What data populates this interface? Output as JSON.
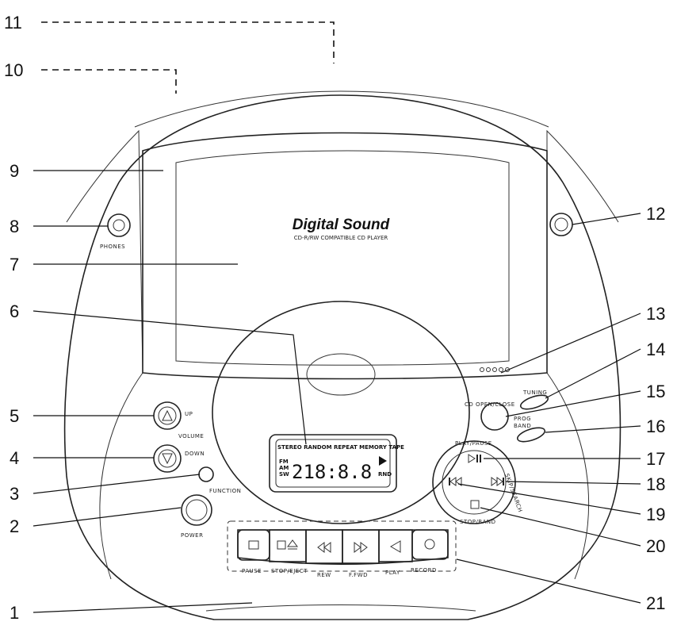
{
  "callouts": [
    "1",
    "2",
    "3",
    "4",
    "5",
    "6",
    "7",
    "8",
    "9",
    "10",
    "11",
    "12",
    "13",
    "14",
    "15",
    "16",
    "17",
    "18",
    "19",
    "20",
    "21"
  ],
  "brand": {
    "title": "Digital Sound",
    "subtitle": "CD-R/RW COMPATIBLE CD PLAYER"
  },
  "display": {
    "indicators": "STEREO RANDOM REPEAT MEMORY TAPE",
    "digits": "218:8.8",
    "side_left_top": "FM",
    "side_left_mid": "AM",
    "side_left_bot": "SW",
    "side_right": "RND"
  },
  "labels": {
    "phones": "PHONES",
    "volume": "VOLUME",
    "up": "UP",
    "down": "DOWN",
    "function": "FUNCTION",
    "power": "POWER",
    "open_close": "CD OPEN/CLOSE",
    "prog": "PROG",
    "tuning": "TUNING",
    "band": "BAND",
    "play_pause": "PLAY/PAUSE",
    "skip_search": "SKIP/SEARCH",
    "stop_band": "STOP/BAND",
    "tape_pause": "PAUSE",
    "tape_stop": "STOP/EJECT",
    "tape_rew": "REW",
    "tape_ff": "F.FWD",
    "tape_play": "PLAY",
    "tape_record": "RECORD"
  },
  "icons": {
    "up": "up-triangle-icon",
    "down": "down-triangle-icon",
    "play_pause": "play-pause-icon",
    "next": "skip-forward-icon",
    "prev": "skip-back-icon",
    "stop": "stop-square-icon",
    "pause_key": "pause-icon",
    "eject_key": "stop-eject-icon",
    "rew_key": "rewind-icon",
    "ff_key": "fast-forward-icon",
    "play_key": "play-left-icon",
    "rec_key": "record-circle-icon"
  }
}
